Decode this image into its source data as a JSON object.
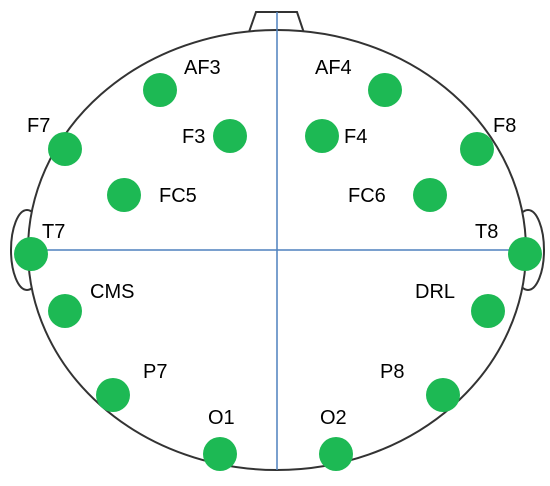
{
  "colors": {
    "electrode": "#1db954",
    "outline": "#333333",
    "axis": "#4f81bd",
    "label": "#000000",
    "background": "#ffffff"
  },
  "electrodes": [
    {
      "label": "AF3"
    },
    {
      "label": "AF4"
    },
    {
      "label": "F7"
    },
    {
      "label": "F3"
    },
    {
      "label": "F4"
    },
    {
      "label": "F8"
    },
    {
      "label": "FC5"
    },
    {
      "label": "FC6"
    },
    {
      "label": "T7"
    },
    {
      "label": "T8"
    },
    {
      "label": "CMS"
    },
    {
      "label": "DRL"
    },
    {
      "label": "P7"
    },
    {
      "label": "P8"
    },
    {
      "label": "O1"
    },
    {
      "label": "O2"
    }
  ]
}
